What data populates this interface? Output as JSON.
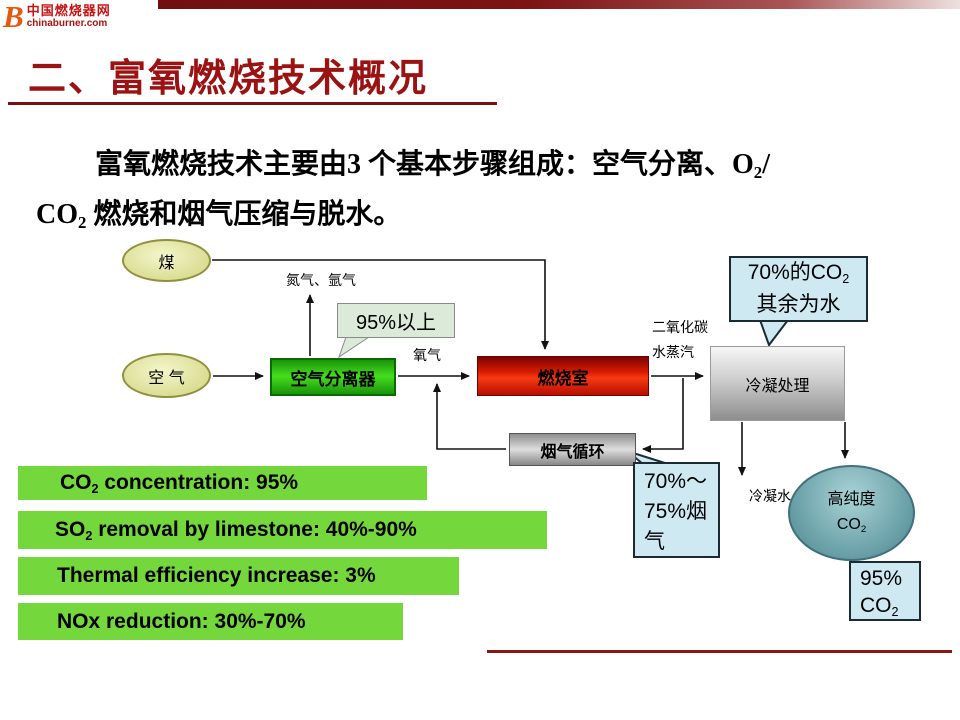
{
  "colors": {
    "accent": "#9b1212",
    "bar_green": "#74d73c",
    "callout_cyan": "#cfe9f2"
  },
  "logo": {
    "b": "B",
    "site_name": "中国燃烧器网",
    "domain": "chinaburner.com"
  },
  "title": "二、富氧燃烧技术概况",
  "intro": {
    "l1a": "富氧燃烧技术主要由3 个基本步骤组成：空气分离、O",
    "l1sub": "2",
    "l1b": "/",
    "l2a": "CO",
    "l2sub": "2",
    "l2b": " 燃烧和烟气压缩与脱水。"
  },
  "diagram": {
    "coal": "煤",
    "air": "空 气",
    "separator": "空气分离器",
    "combustor": "燃烧室",
    "recycle": "烟气循环",
    "condenser": "冷凝处理",
    "co2_node": {
      "line1": "高纯度",
      "a": "CO",
      "sub": "2"
    },
    "labels": {
      "n2ar": "氮气、氩气",
      "o2": "氧气",
      "co2": "二氧化碳",
      "steam": "水蒸汽",
      "condwater": "冷凝水"
    },
    "callouts": {
      "purity": "95%以上",
      "co2water_a": "70%的CO",
      "co2water_sub": "2",
      "co2water_b": "其余为水",
      "fluegas_l1": "70%～",
      "fluegas_l2": "75%烟",
      "fluegas_l3": "气",
      "co2box_l1": "95%",
      "co2box_a": "CO",
      "co2box_sub": "2"
    }
  },
  "stats": [
    {
      "a": "CO",
      "sub": "2",
      "b": " concentration: 95%"
    },
    {
      "a": "SO",
      "sub": "2",
      "b": " removal by limestone: 40%-90%"
    },
    {
      "a": "Thermal efficiency increase: 3%",
      "sub": "",
      "b": ""
    },
    {
      "a": "NOx reduction: 30%-70%",
      "sub": "",
      "b": ""
    }
  ]
}
